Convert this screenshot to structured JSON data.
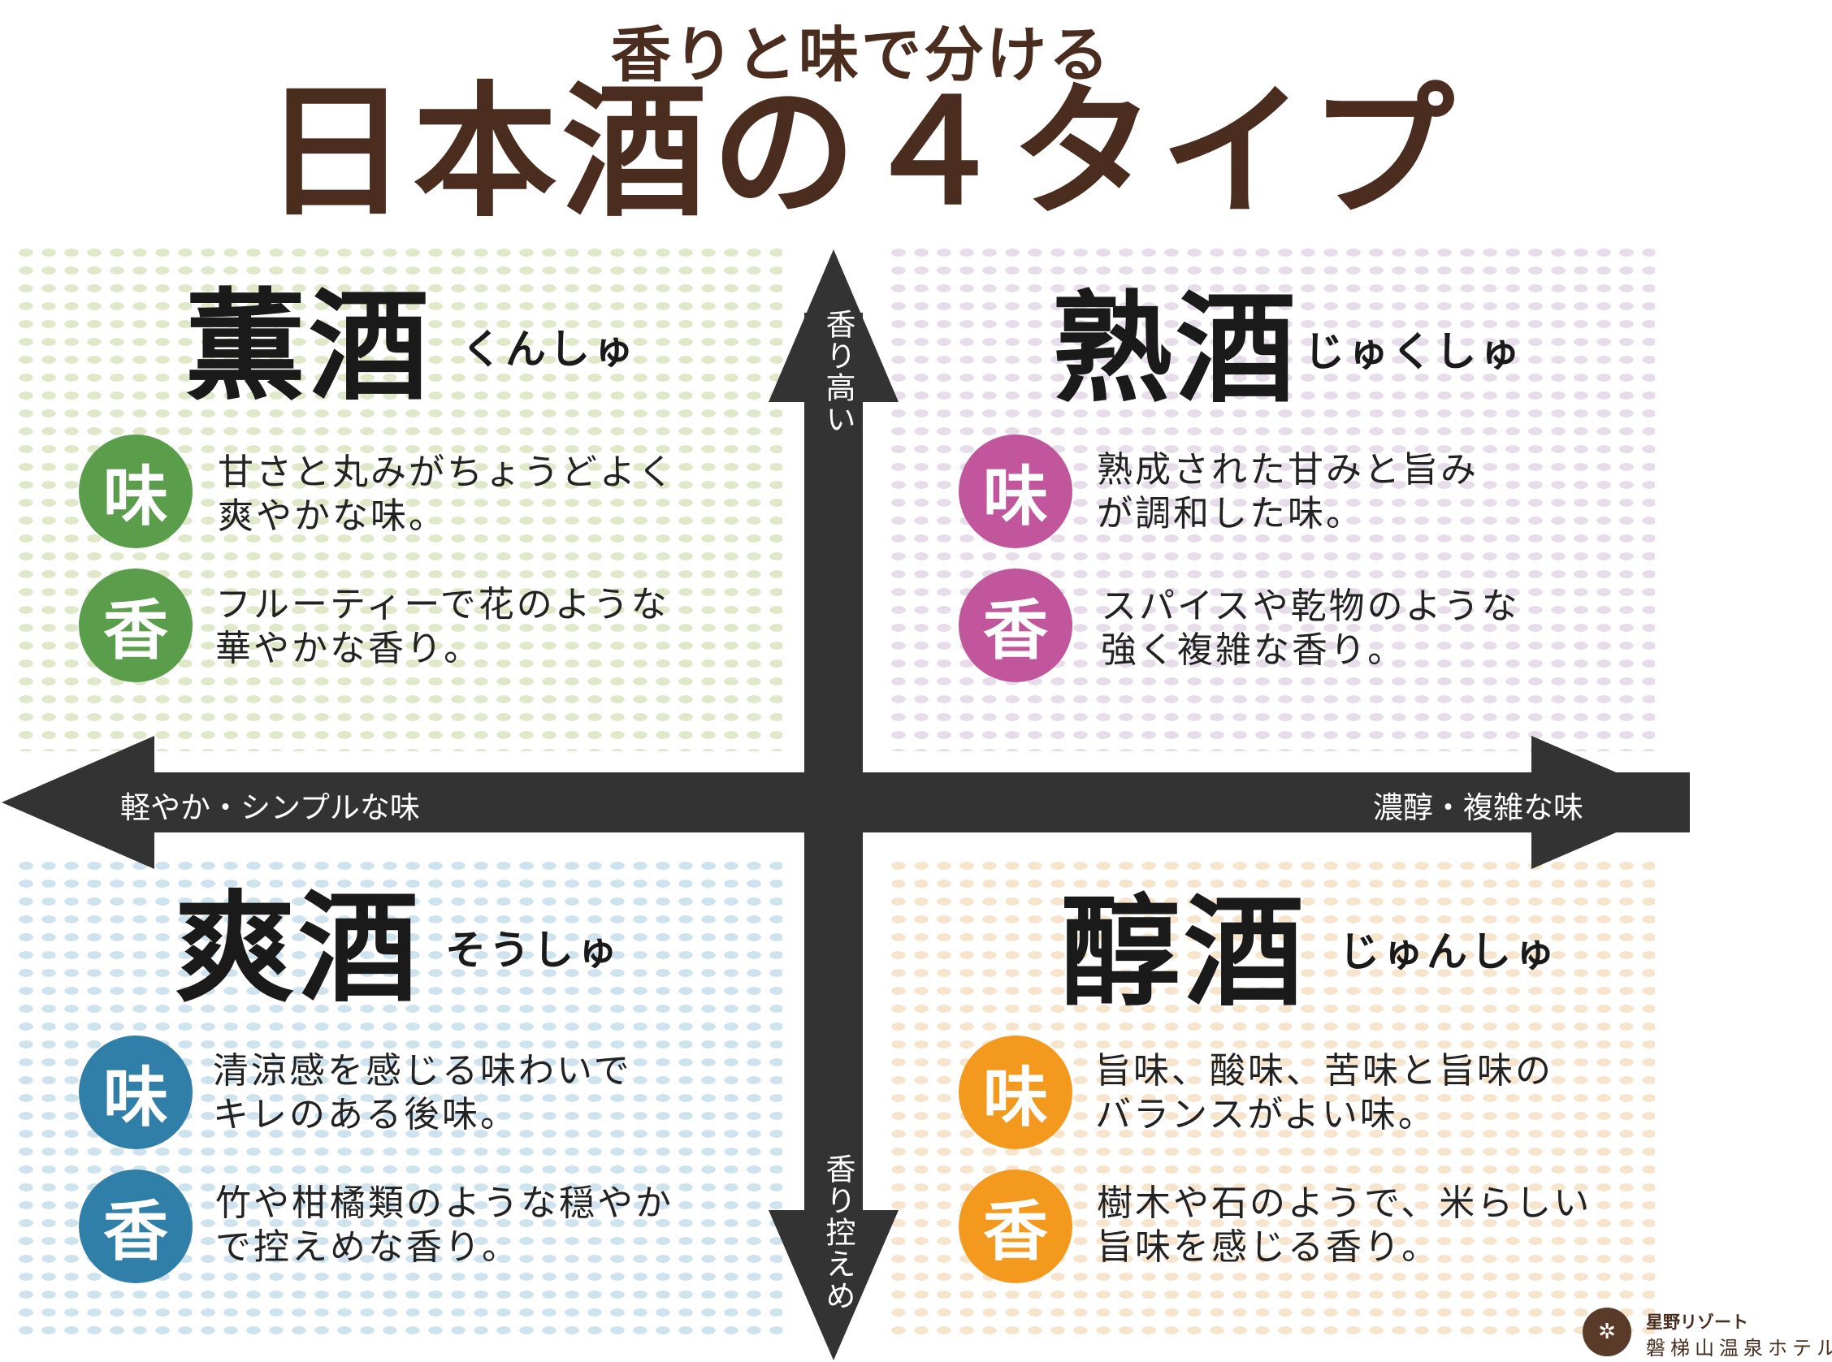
{
  "header": {
    "subtitle": "香りと味で分ける",
    "title": "日本酒の４タイプ"
  },
  "axes": {
    "top": "香り高い",
    "bottom": "香り控えめ",
    "left": "軽やか・シンプルな味",
    "right": "濃醇・複雑な味"
  },
  "colors": {
    "green": "#5a9e4b",
    "purple": "#c2569c",
    "blue": "#2f7fa9",
    "orange": "#f39a1e",
    "title_brown": "#4a2d1e",
    "axis": "#333333"
  },
  "quadrants": {
    "kunshu": {
      "title": "薫酒",
      "kana": "くんしゅ",
      "taste_badge": "味",
      "aroma_badge": "香",
      "taste": [
        "甘さと丸みがちょうどよく",
        "爽やかな味。"
      ],
      "aroma": [
        "フルーティーで花のような",
        "華やかな香り。"
      ]
    },
    "jukushu": {
      "title": "熟酒",
      "kana": "じゅくしゅ",
      "taste_badge": "味",
      "aroma_badge": "香",
      "taste": [
        "熟成された甘みと旨み",
        "が調和した味。"
      ],
      "aroma": [
        "スパイスや乾物のような",
        "強く複雑な香り。"
      ]
    },
    "soushu": {
      "title": "爽酒",
      "kana": "そうしゅ",
      "taste_badge": "味",
      "aroma_badge": "香",
      "taste": [
        "清涼感を感じる味わいで",
        "キレのある後味。"
      ],
      "aroma": [
        "竹や柑橘類のような穏やか",
        "で控えめな香り。"
      ]
    },
    "junshu": {
      "title": "醇酒",
      "kana": "じゅんしゅ",
      "taste_badge": "味",
      "aroma_badge": "香",
      "taste": [
        "旨味、酸味、苦味と旨味の",
        "バランスがよい味。"
      ],
      "aroma": [
        "樹木や石のようで、米らしい",
        "旨味を感じる香り。"
      ]
    }
  },
  "logo": {
    "top": "星野リゾート",
    "bottom": "磐梯山温泉ホテル"
  }
}
